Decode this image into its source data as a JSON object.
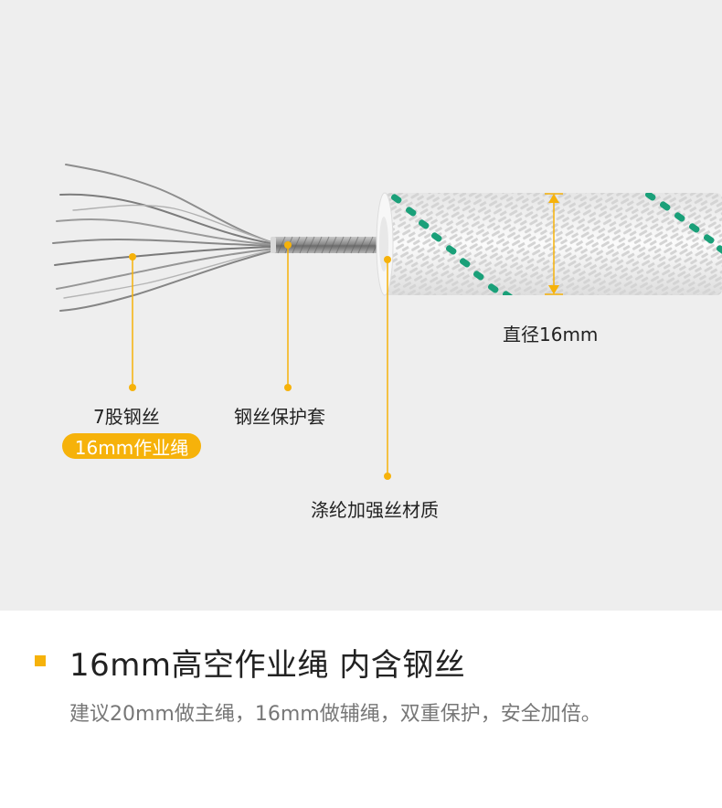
{
  "diagram": {
    "labels": {
      "steel_strands": "7股钢丝",
      "steel_sleeve": "钢丝保护套",
      "polyester_material": "涤纶加强丝材质",
      "diameter": "直径16mm"
    },
    "badge": "16mm作业绳",
    "colors": {
      "accent": "#f6b20a",
      "panel_bg": "#eeeeee",
      "rope_green": "#1aa079"
    }
  },
  "footer": {
    "headline": "16mm高空作业绳 内含钢丝",
    "subline": "建议20mm做主绳，16mm做辅绳，双重保护，安全加倍。"
  }
}
